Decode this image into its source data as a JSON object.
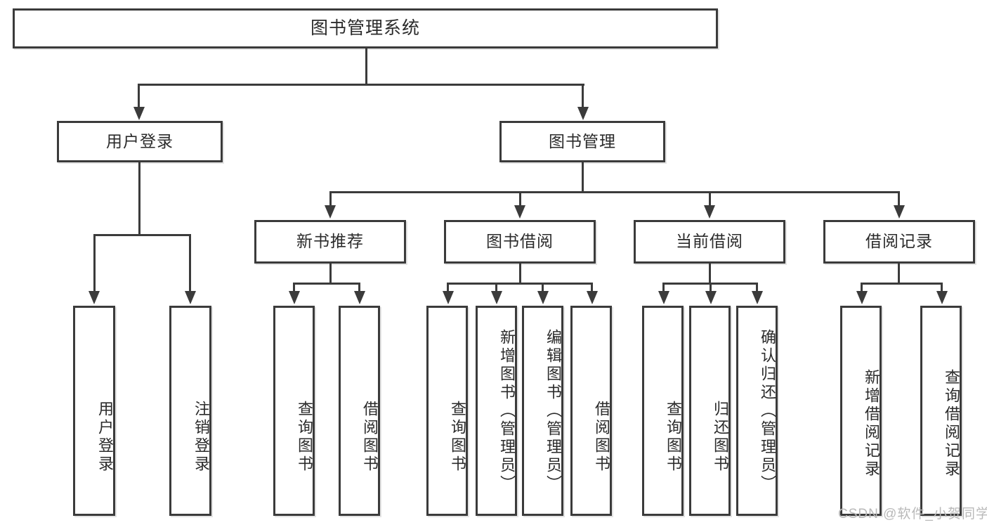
{
  "diagram": {
    "title": "图书管理系统",
    "type": "tree-hierarchy-chart",
    "watermark": "CSDN @软件_小贺同学",
    "colors": {
      "box_border": "#3b3b3b",
      "box_fill": "#ffffff",
      "text": "#2b2b2b",
      "connector": "#3b3b3b",
      "watermark": "#b9b9b9"
    },
    "root": {
      "label": "图书管理系统"
    },
    "level2": [
      {
        "id": "user-login",
        "label": "用户登录"
      },
      {
        "id": "book-manage",
        "label": "图书管理"
      }
    ],
    "level3": [
      {
        "id": "new-book-recommend",
        "label": "新书推荐"
      },
      {
        "id": "book-borrow",
        "label": "图书借阅"
      },
      {
        "id": "current-borrow",
        "label": "当前借阅"
      },
      {
        "id": "borrow-record",
        "label": "借阅记录"
      }
    ],
    "leaves": {
      "user_login": [
        {
          "id": "leaf-user-login",
          "label": "用户登录"
        },
        {
          "id": "leaf-user-logout",
          "label": "注销登录"
        }
      ],
      "new_book_recommend": [
        {
          "id": "leaf-query-book-1",
          "label": "查询图书"
        },
        {
          "id": "leaf-borrow-book-1",
          "label": "借阅图书"
        }
      ],
      "book_borrow": [
        {
          "id": "leaf-query-book-2",
          "label": "查询图书"
        },
        {
          "id": "leaf-add-book",
          "label": "新增图书（管理员）"
        },
        {
          "id": "leaf-edit-book",
          "label": "编辑图书（管理员）"
        },
        {
          "id": "leaf-borrow-book-2",
          "label": "借阅图书"
        }
      ],
      "current_borrow": [
        {
          "id": "leaf-query-book-3",
          "label": "查询图书"
        },
        {
          "id": "leaf-return-book",
          "label": "归还图书"
        },
        {
          "id": "leaf-confirm-return",
          "label": "确认归还（管理员）"
        }
      ],
      "borrow_record": [
        {
          "id": "leaf-add-record",
          "label": "新增借阅记录"
        },
        {
          "id": "leaf-query-record",
          "label": "查询借阅记录"
        }
      ]
    }
  }
}
